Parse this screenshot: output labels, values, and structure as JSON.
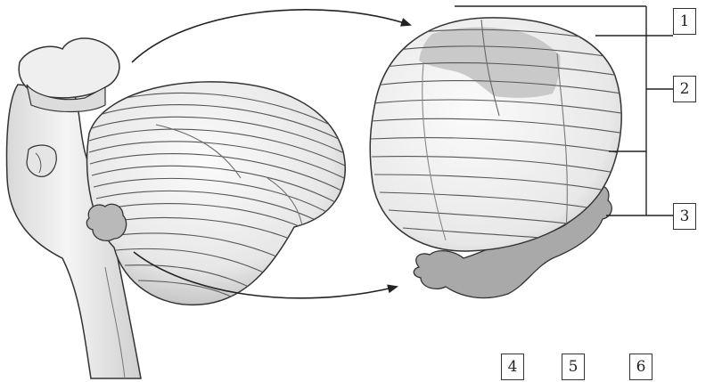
{
  "labels": [
    "1",
    "2",
    "3",
    "4",
    "5",
    "6"
  ],
  "colors": {
    "outline": "#333333",
    "fill_light": "#f2f2f2",
    "fill_shaded": "#c8c8c8",
    "fill_dark": "#a9a9a9",
    "arrow": "#222222"
  }
}
